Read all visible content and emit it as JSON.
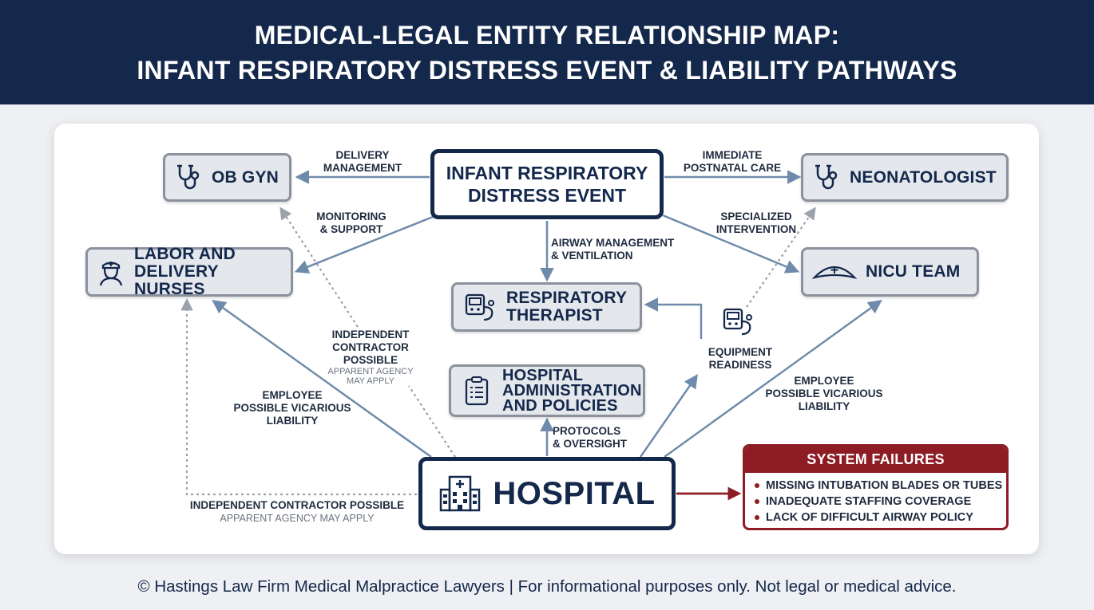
{
  "header": {
    "line1": "MEDICAL-LEGAL ENTITY RELATIONSHIP MAP:",
    "line2": "INFANT RESPIRATORY DISTRESS EVENT & LIABILITY PATHWAYS"
  },
  "center_event": "INFANT RESPIRATORY\nDISTRESS EVENT",
  "hospital": "HOSPITAL",
  "nodes": {
    "ob_gyn": "OB GYN",
    "neonatologist": "NEONATOLOGIST",
    "ld_nurses": "LABOR AND\nDELIVERY NURSES",
    "nicu_team": "NICU TEAM",
    "respiratory_therapist": "RESPIRATORY\nTHERAPIST",
    "hospital_admin": "HOSPITAL\nADMINISTRATION\nAND POLICIES"
  },
  "edges": {
    "delivery_management": "DELIVERY\nMANAGEMENT",
    "immediate_postnatal_care": "IMMEDIATE\nPOSTNATAL CARE",
    "monitoring_support": "MONITORING\n& SUPPORT",
    "specialized_intervention": "SPECIALIZED\nINTERVENTION",
    "airway_management": "AIRWAY MANAGEMENT\n& VENTILATION",
    "independent_contractor_center": "INDEPENDENT\nCONTRACTOR\nPOSSIBLE",
    "apparent_agency_center": "APPARENT AGENCY\nMAY APPLY",
    "equipment_readiness": "EQUIPMENT\nREADINESS",
    "employee_left": "EMPLOYEE\nPOSSIBLE VICARIOUS\nLIABILITY",
    "employee_right": "EMPLOYEE\nPOSSIBLE VICARIOUS\nLIABILITY",
    "protocols_oversight": "PROTOCOLS\n& OVERSIGHT",
    "independent_contractor_bottom": "INDEPENDENT CONTRACTOR POSSIBLE",
    "apparent_agency_bottom": "APPARENT AGENCY MAY APPLY"
  },
  "system_failures": {
    "title": "SYSTEM FAILURES",
    "items": [
      "MISSING INTUBATION BLADES OR TUBES",
      "INADEQUATE STAFFING COVERAGE",
      "LACK OF DIFFICULT AIRWAY POLICY"
    ]
  },
  "colors": {
    "navy": "#14284b",
    "arrow": "#6f8bab",
    "dotted": "#9aa1ab",
    "failure_red": "#8e1c24"
  },
  "footer": "© Hastings Law Firm Medical Malpractice Lawyers | For informational purposes only. Not legal or medical advice."
}
